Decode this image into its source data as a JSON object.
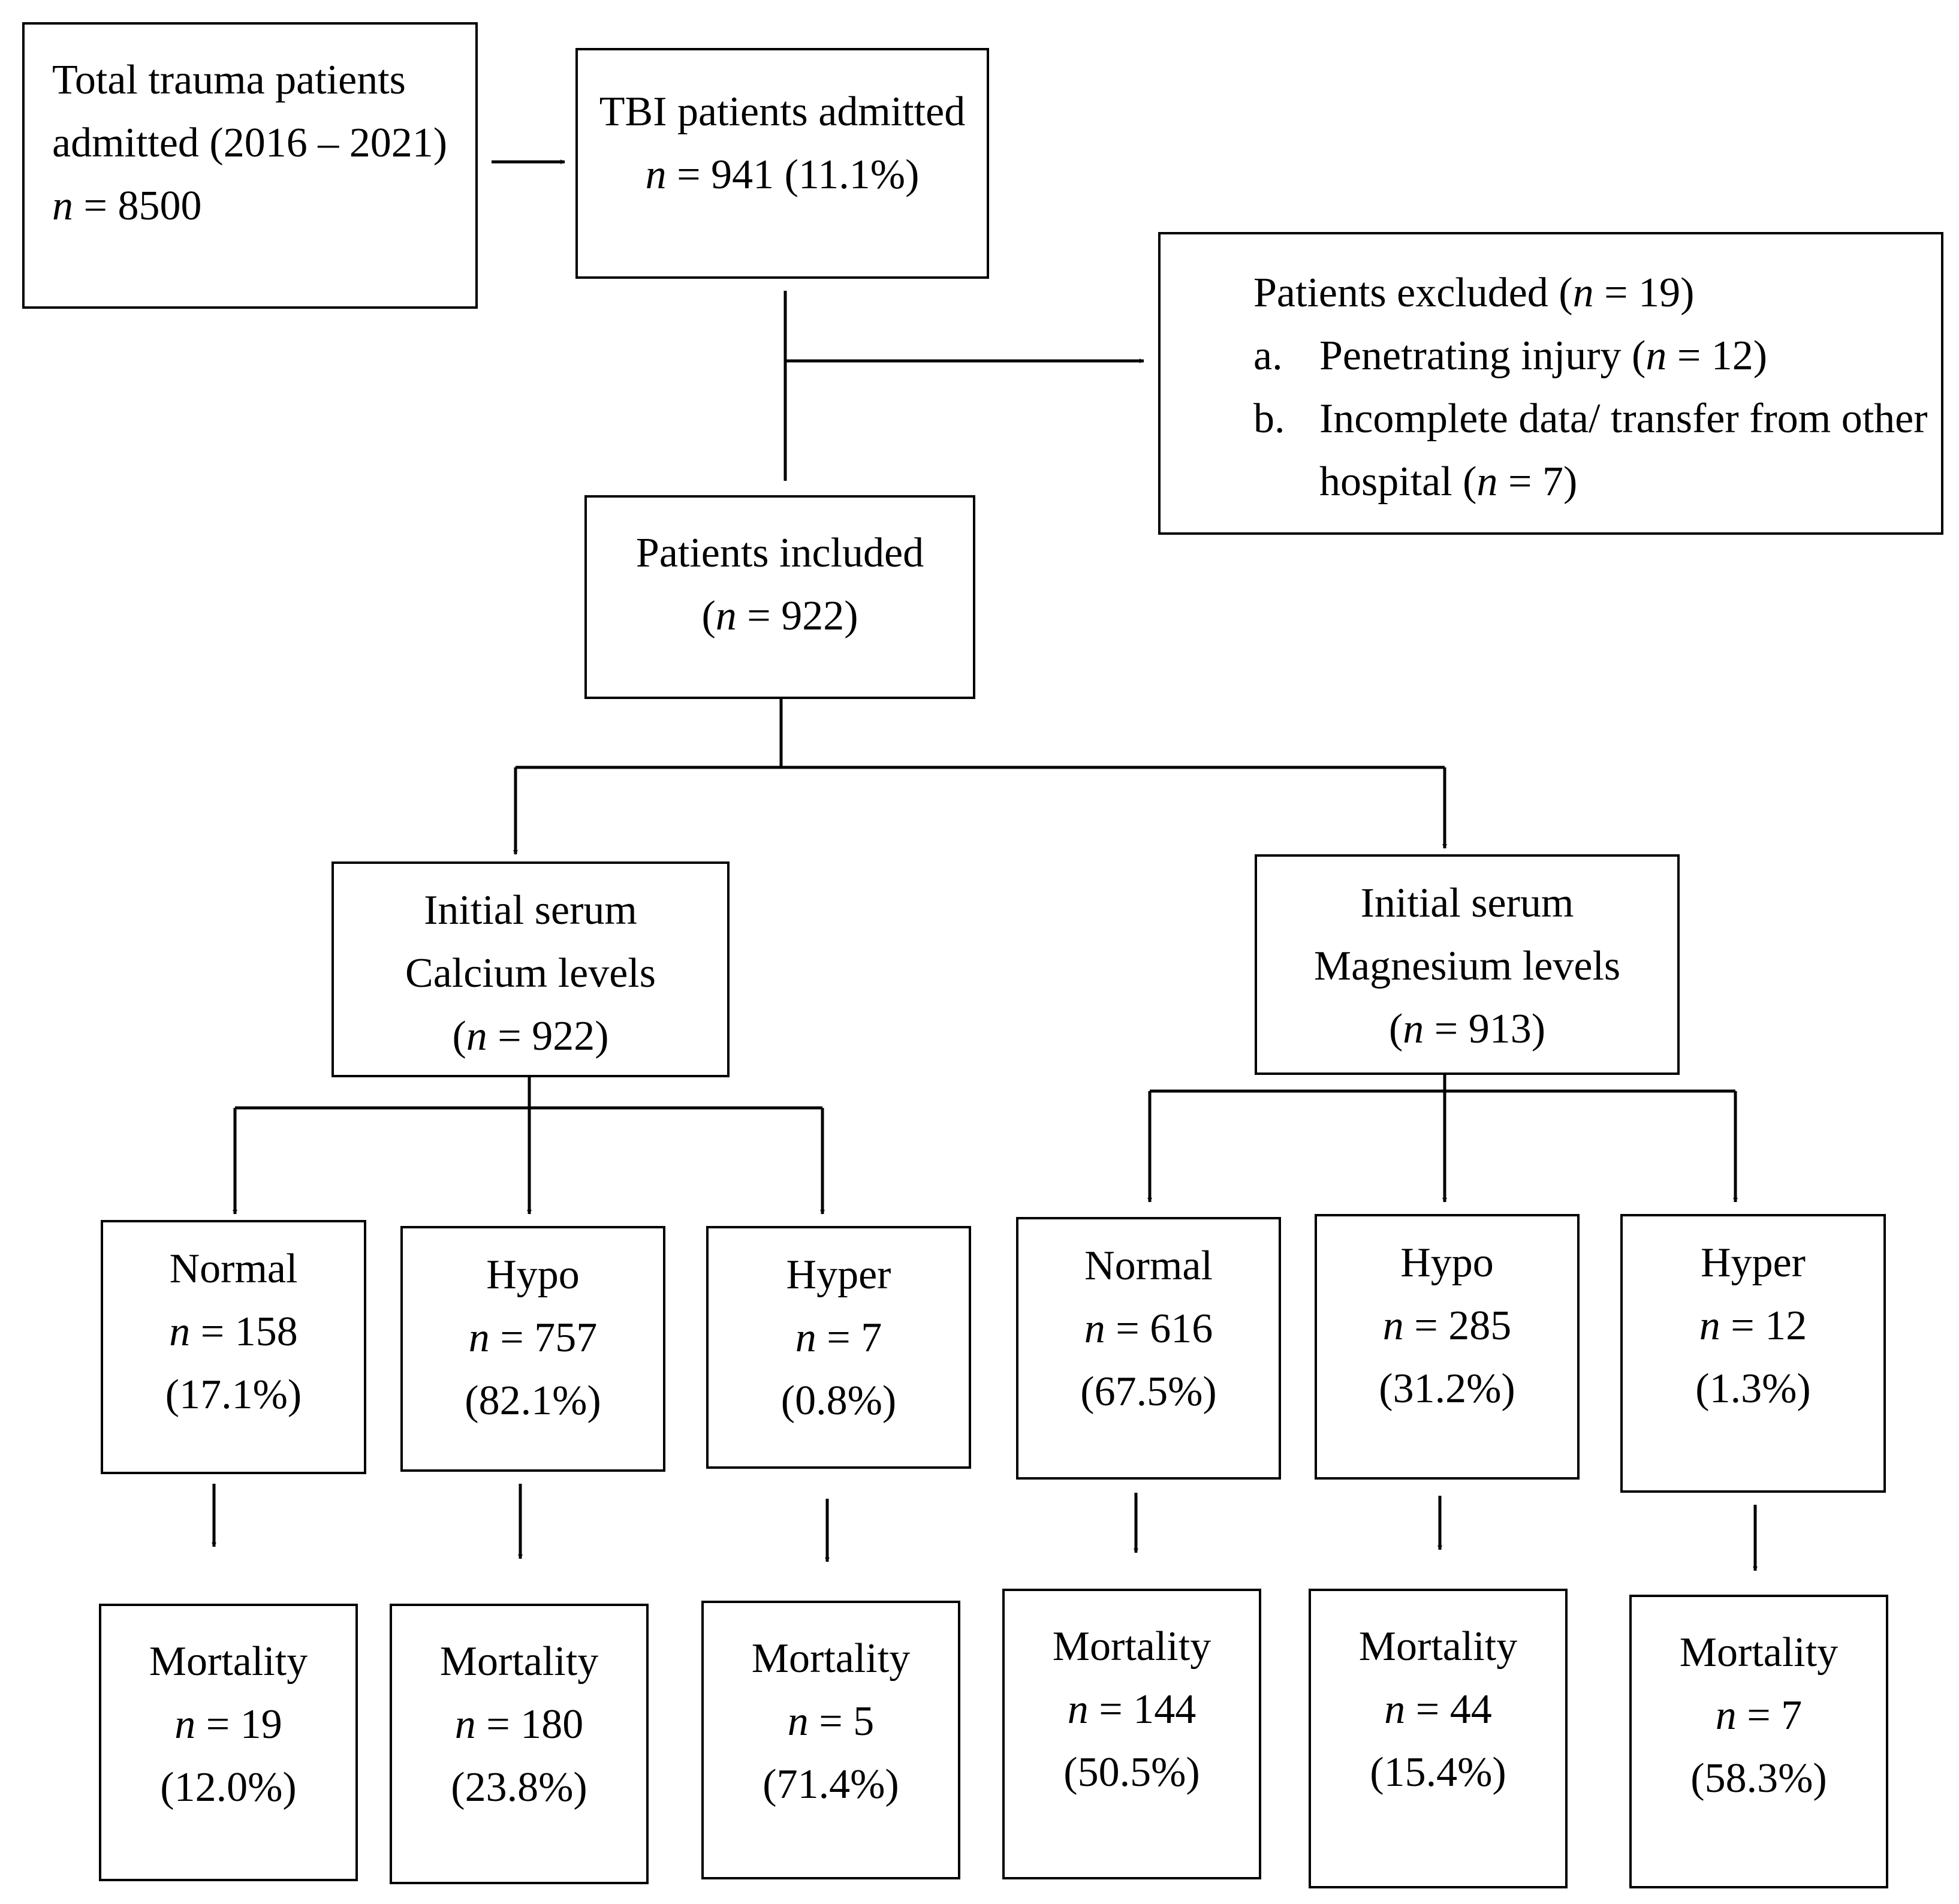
{
  "total": {
    "line1": "Total trauma patients",
    "line2": "admitted (2016 – 2021)",
    "n_label": "n",
    "n_rest": " = 8500"
  },
  "tbi": {
    "title": "TBI patients admitted",
    "n_label": "n",
    "n_rest": " = 941 (11.1%)"
  },
  "excluded": {
    "title_pre": "Patients excluded (",
    "title_n": "n",
    "title_post": " = 19)",
    "items": [
      {
        "marker": "a.",
        "pre": "Penetrating injury (",
        "n": "n",
        "post": " = 12)"
      },
      {
        "marker": "b.",
        "line1": "Incomplete data/ transfer from other",
        "pre": "hospital (",
        "n": "n",
        "post": " = 7)"
      }
    ]
  },
  "included": {
    "title": "Patients included",
    "pre": "(",
    "n_label": "n",
    "n_rest": " = 922)"
  },
  "calcium": {
    "line1": "Initial serum",
    "line2": "Calcium levels",
    "pre": "(",
    "n_label": "n",
    "n_rest": " = 922)"
  },
  "magnesium": {
    "line1": "Initial serum",
    "line2": "Magnesium levels",
    "pre": "(",
    "n_label": "n",
    "n_rest": " = 913)"
  },
  "groups": [
    {
      "name": "Normal",
      "n_label": "n",
      "n_rest": " = 158",
      "pct": "(17.1%)"
    },
    {
      "name": "Hypo",
      "n_label": "n",
      "n_rest": " = 757",
      "pct": "(82.1%)"
    },
    {
      "name": "Hyper",
      "n_label": "n",
      "n_rest": " = 7",
      "pct": "(0.8%)"
    },
    {
      "name": "Normal",
      "n_label": "n",
      "n_rest": " = 616",
      "pct": "(67.5%)"
    },
    {
      "name": "Hypo",
      "n_label": "n",
      "n_rest": " = 285",
      "pct": "(31.2%)"
    },
    {
      "name": "Hyper",
      "n_label": "n",
      "n_rest": " = 12",
      "pct": "(1.3%)"
    }
  ],
  "mortality": [
    {
      "title": "Mortality",
      "n_label": "n",
      "n_rest": " = 19",
      "pct": "(12.0%)"
    },
    {
      "title": "Mortality",
      "n_label": "n",
      "n_rest": " = 180",
      "pct": "(23.8%)"
    },
    {
      "title": "Mortality",
      "n_label": "n",
      "n_rest": " = 5",
      "pct": "(71.4%)"
    },
    {
      "title": "Mortality",
      "n_label": "n",
      "n_rest": " = 144",
      "pct": "(50.5%)"
    },
    {
      "title": "Mortality",
      "n_label": "n",
      "n_rest": " = 44",
      "pct": "(15.4%)"
    },
    {
      "title": "Mortality",
      "n_label": "n",
      "n_rest": " = 7",
      "pct": "(58.3%)"
    }
  ]
}
